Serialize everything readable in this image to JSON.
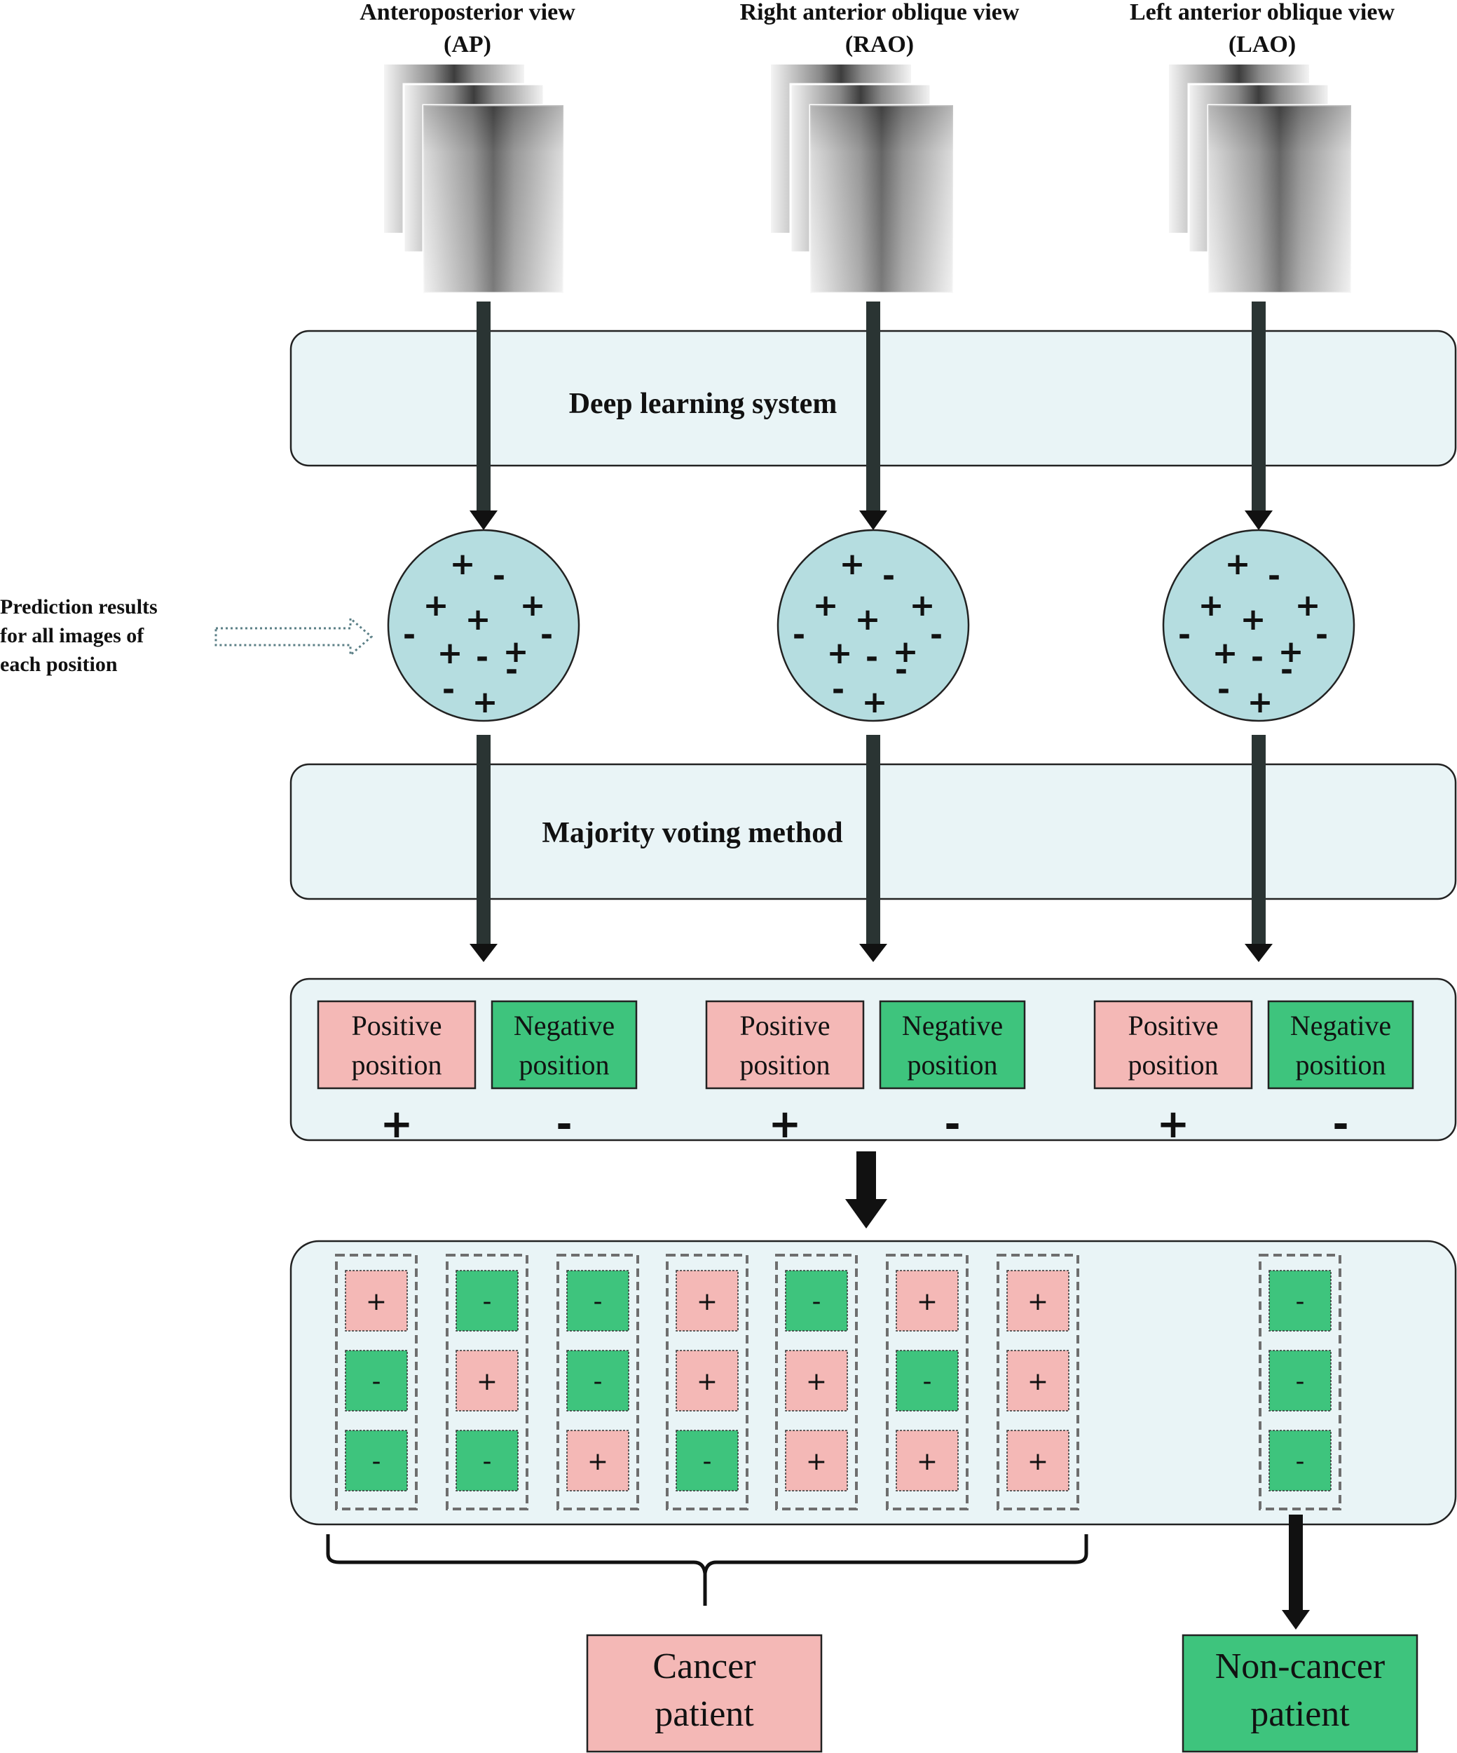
{
  "colors": {
    "panel_fill": "#e9f4f6",
    "circle_fill": "#b5dde0",
    "positive_fill": "#f4b8b6",
    "negative_fill": "#3ec47d",
    "arrow": "#111111",
    "shaft": "#2a3433"
  },
  "views": [
    {
      "title": "Anteroposterior view",
      "abbrev": "(AP)"
    },
    {
      "title": "Right anterior oblique view",
      "abbrev": "(RAO)"
    },
    {
      "title": "Left anterior oblique view",
      "abbrev": "(LAO)"
    }
  ],
  "stages": {
    "deep_learning": "Deep learning system",
    "majority_voting": "Majority voting method"
  },
  "prediction_note": [
    "Prediction results",
    "for all images of",
    "each position"
  ],
  "circle_signs": [
    "+",
    "-",
    "+",
    "+",
    "+",
    "-",
    "+",
    "-",
    "+",
    "-",
    "-",
    "-",
    "+"
  ],
  "position_boxes": {
    "positive": [
      "Positive",
      "position"
    ],
    "negative": [
      "Negative",
      "position"
    ],
    "positive_sign": "+",
    "negative_sign": "-"
  },
  "combinations": [
    [
      "+",
      "-",
      "-"
    ],
    [
      "-",
      "+",
      "-"
    ],
    [
      "-",
      "-",
      "+"
    ],
    [
      "+",
      "+",
      "-"
    ],
    [
      "-",
      "+",
      "+"
    ],
    [
      "+",
      "-",
      "+"
    ],
    [
      "+",
      "+",
      "+"
    ],
    [
      "-",
      "-",
      "-"
    ]
  ],
  "outcomes": {
    "cancer": [
      "Cancer",
      "patient"
    ],
    "non_cancer": [
      "Non-cancer",
      "patient"
    ]
  }
}
